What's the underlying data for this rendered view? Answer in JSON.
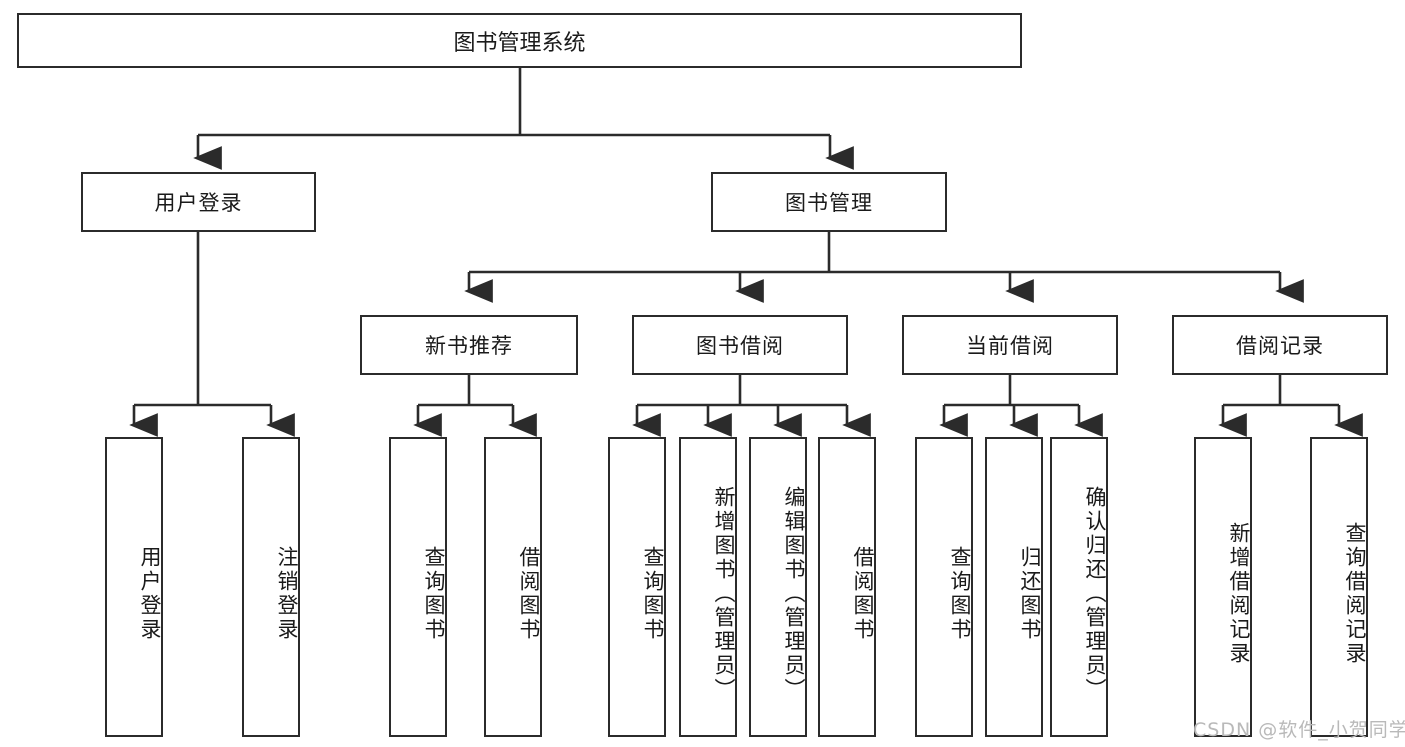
{
  "diagram": {
    "title": "图书管理系统",
    "type": "hierarchy-tree",
    "watermark": "CSDN @软件_小贺同学",
    "colors": {
      "stroke": "#2b2b2b",
      "fill": "#ffffff",
      "text": "#1a1a1a",
      "watermark": "#b9b9b9"
    },
    "levels": {
      "level1": [
        {
          "id": "root",
          "label": "图书管理系统"
        }
      ],
      "level2": [
        {
          "id": "user-login",
          "label": "用户登录"
        },
        {
          "id": "book-manage",
          "label": "图书管理"
        }
      ],
      "level3": [
        {
          "id": "new-book-recommend",
          "label": "新书推荐"
        },
        {
          "id": "book-borrow",
          "label": "图书借阅"
        },
        {
          "id": "current-borrow",
          "label": "当前借阅"
        },
        {
          "id": "borrow-record",
          "label": "借阅记录"
        }
      ],
      "level4": [
        {
          "id": "leaf-user-login",
          "label": "用户登录",
          "parent": "user-login"
        },
        {
          "id": "leaf-logout-login",
          "label": "注销登录",
          "parent": "user-login"
        },
        {
          "id": "leaf-query-book-1",
          "label": "查询图书",
          "parent": "new-book-recommend"
        },
        {
          "id": "leaf-borrow-book-1",
          "label": "借阅图书",
          "parent": "new-book-recommend"
        },
        {
          "id": "leaf-query-book-2",
          "label": "查询图书",
          "parent": "book-borrow"
        },
        {
          "id": "leaf-add-book",
          "label": "新增图书（管理员）",
          "parent": "book-borrow"
        },
        {
          "id": "leaf-edit-book",
          "label": "编辑图书（管理员）",
          "parent": "book-borrow"
        },
        {
          "id": "leaf-borrow-book-2",
          "label": "借阅图书",
          "parent": "book-borrow"
        },
        {
          "id": "leaf-query-book-3",
          "label": "查询图书",
          "parent": "current-borrow"
        },
        {
          "id": "leaf-return-book",
          "label": "归还图书",
          "parent": "current-borrow"
        },
        {
          "id": "leaf-confirm-return",
          "label": "确认归还（管理员）",
          "parent": "current-borrow"
        },
        {
          "id": "leaf-add-record",
          "label": "新增借阅记录",
          "parent": "borrow-record"
        },
        {
          "id": "leaf-query-record",
          "label": "查询借阅记录",
          "parent": "borrow-record"
        }
      ]
    }
  }
}
